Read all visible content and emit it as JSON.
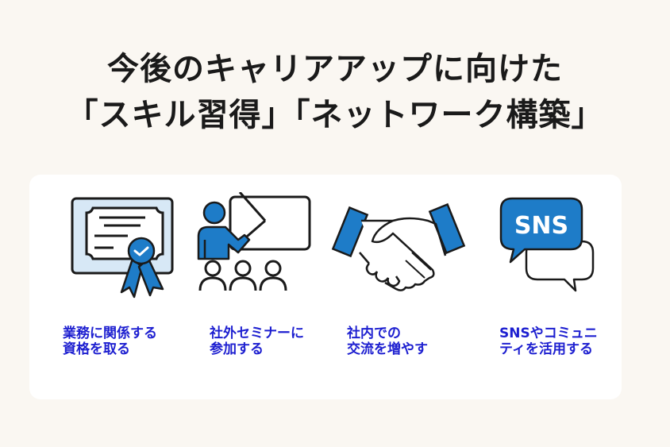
{
  "title": {
    "line1": "今後のキャリアアップに向けた",
    "line2": "「スキル習得」「ネットワーク構築」"
  },
  "colors": {
    "background": "#faf7f2",
    "card": "#ffffff",
    "accent_blue": "#1e7cc8",
    "label_blue": "#1d1fd0",
    "light_blue": "#d7e8f6",
    "outline": "#1a1a1a"
  },
  "items": [
    {
      "icon": "certificate-ribbon-icon",
      "line1": "業務に関係する",
      "line2": "資格を取る"
    },
    {
      "icon": "presenter-seminar-icon",
      "line1": "社外セミナーに",
      "line2": "参加する"
    },
    {
      "icon": "handshake-icon",
      "line1": "社内での",
      "line2": "交流を増やす"
    },
    {
      "icon": "sns-chat-bubbles-icon",
      "badge": "SNS",
      "line1": "SNSやコミュニ",
      "line2": "ティを活用する"
    }
  ]
}
